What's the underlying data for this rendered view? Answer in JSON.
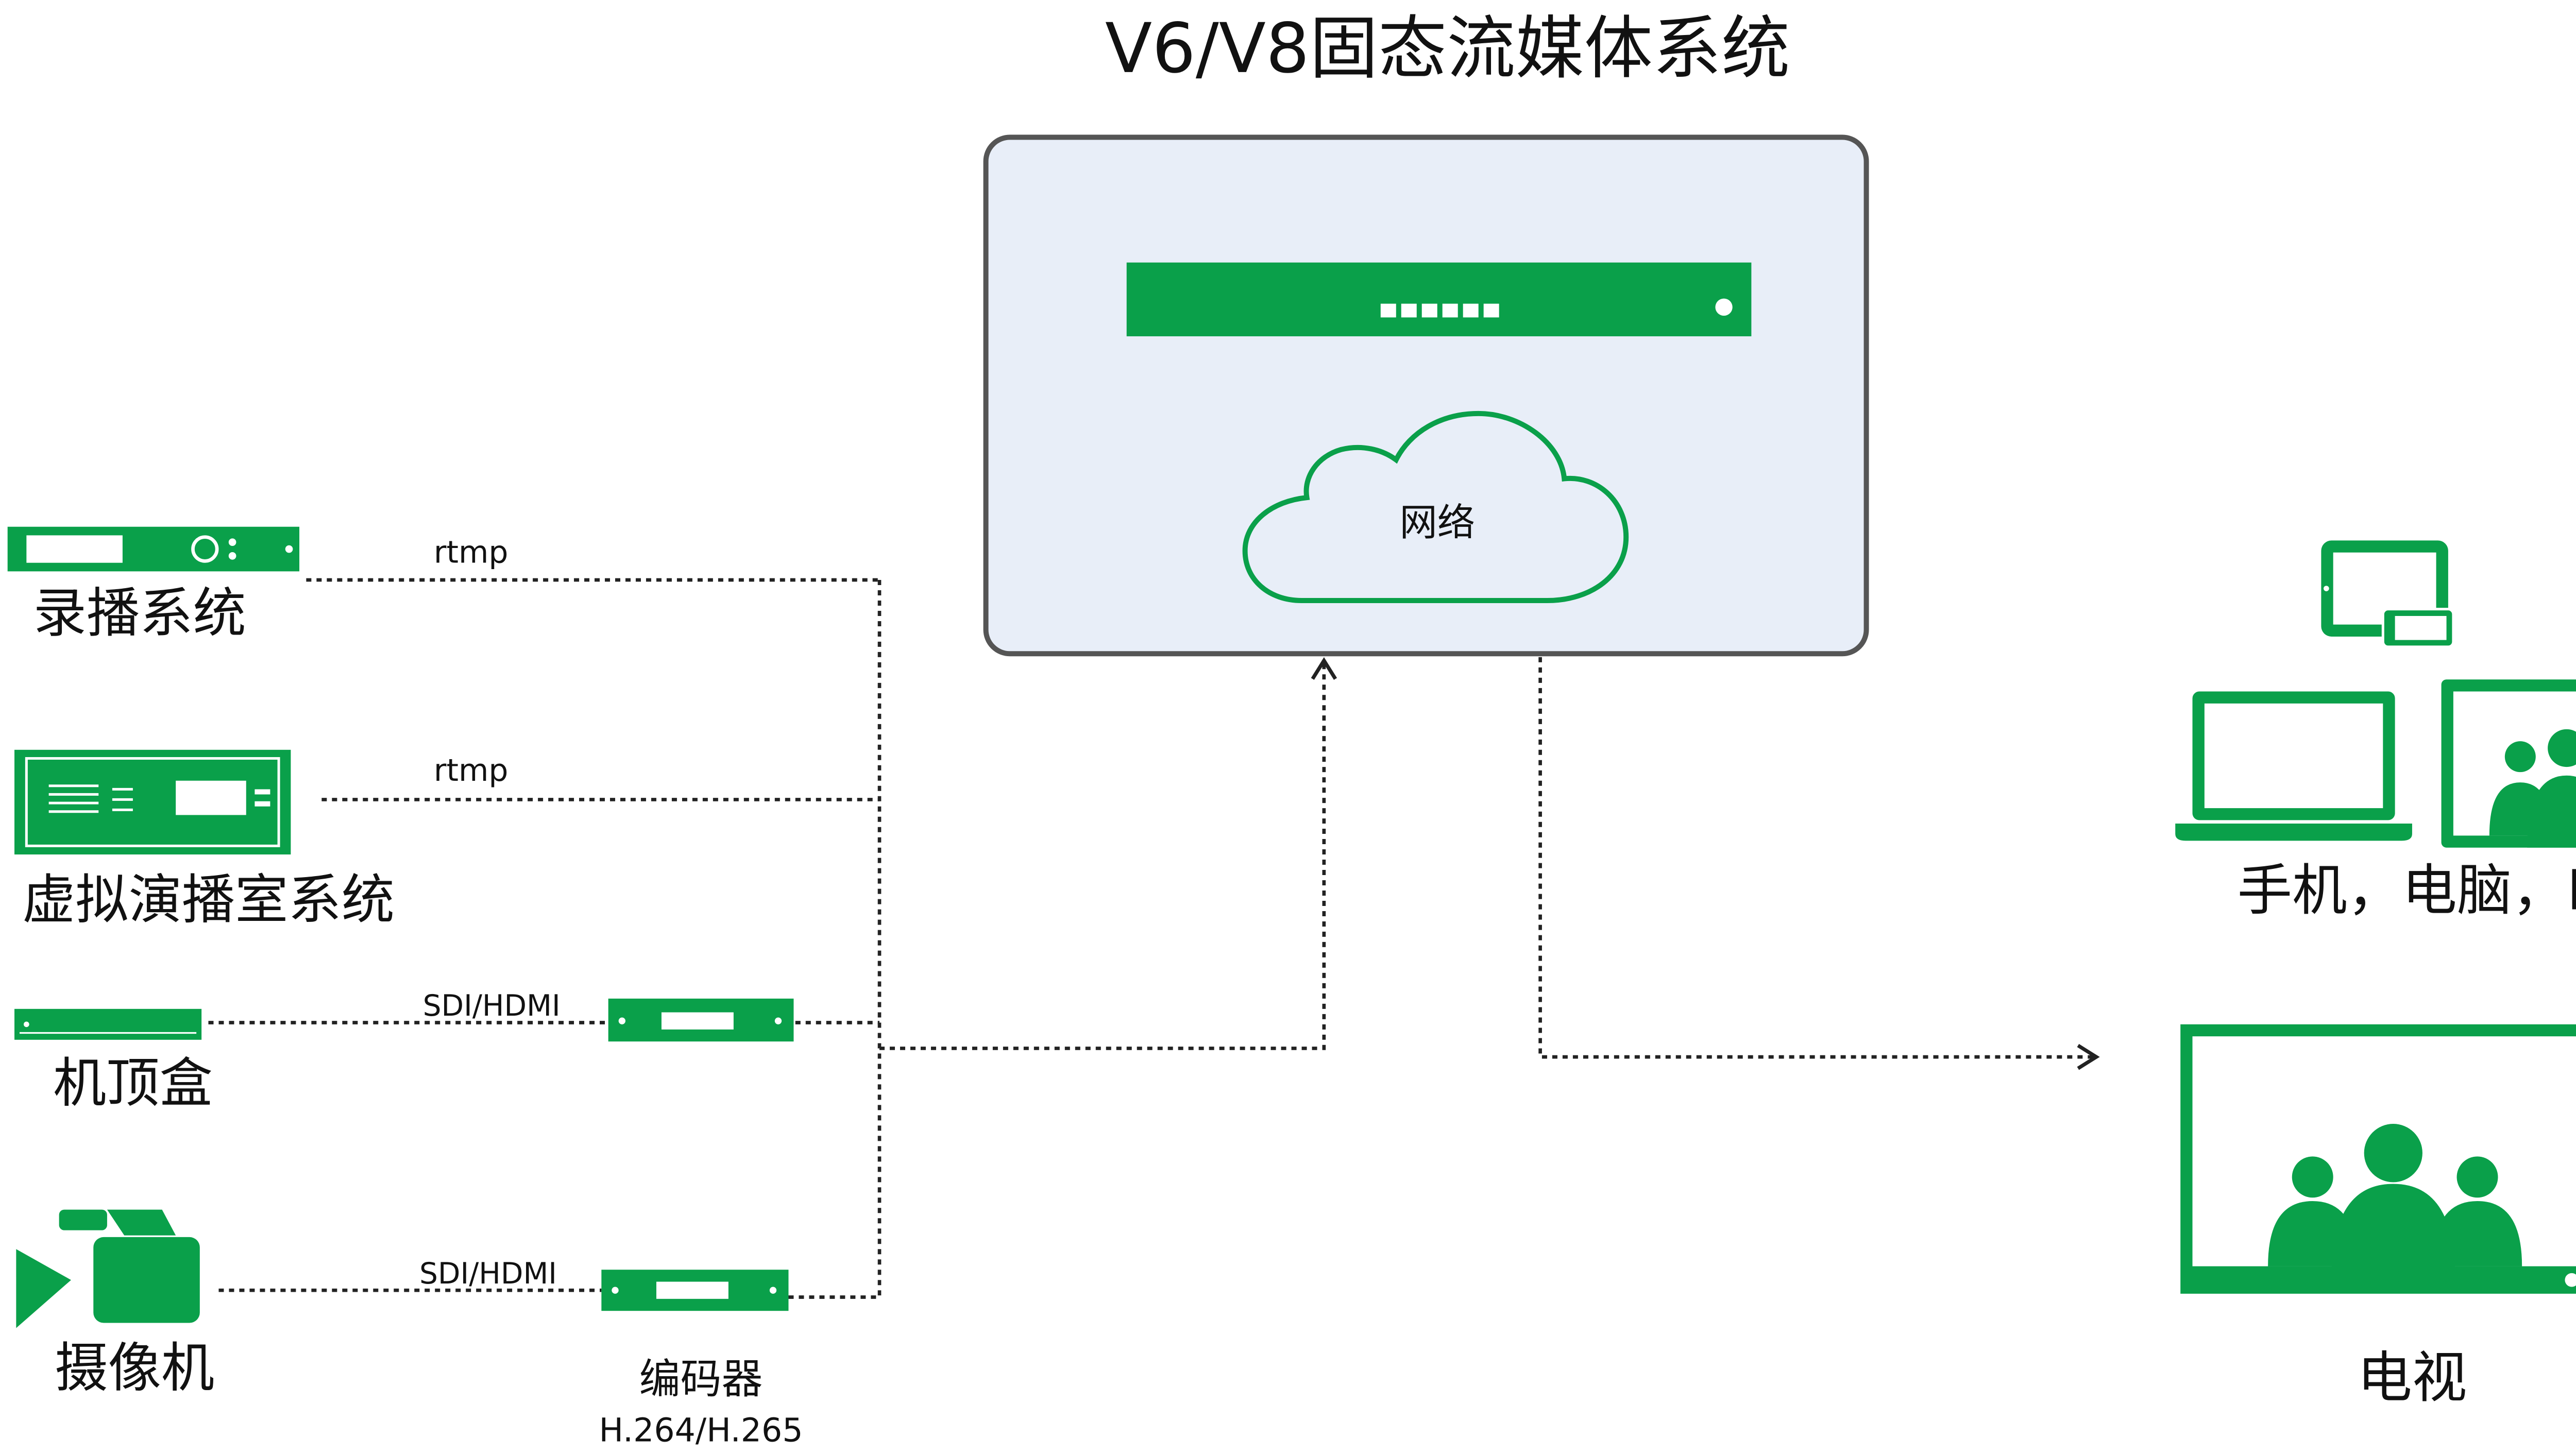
{
  "title": "V6/V8固态流媒体系统",
  "colors": {
    "green": "#0aa04a",
    "panel_fill": "#e8eef8",
    "panel_stroke": "#555555",
    "line": "#222222",
    "text": "#111111"
  },
  "network": {
    "label": "网络"
  },
  "sources": {
    "recording": {
      "label": "录播系统",
      "link_label": "rtmp",
      "icon": "recording-server-icon"
    },
    "virtual_studio": {
      "label": "虚拟演播室系统",
      "link_label": "rtmp",
      "icon": "studio-server-icon"
    },
    "set_top_box": {
      "label": "机顶盒",
      "link_label": "SDI/HDMI",
      "icon": "set-top-box-icon"
    },
    "camera": {
      "label": "摄像机",
      "link_label": "SDI/HDMI",
      "icon": "video-camera-icon"
    }
  },
  "encoder": {
    "label": "编码器",
    "sublabel": "H.264/H.265"
  },
  "outputs": {
    "devices": {
      "label": "手机，电脑，PAD",
      "icons": [
        "tablet-icon",
        "phone-icon",
        "laptop-icon",
        "monitor-icon"
      ]
    },
    "tv": {
      "label": "电视",
      "icon": "tv-icon"
    }
  }
}
